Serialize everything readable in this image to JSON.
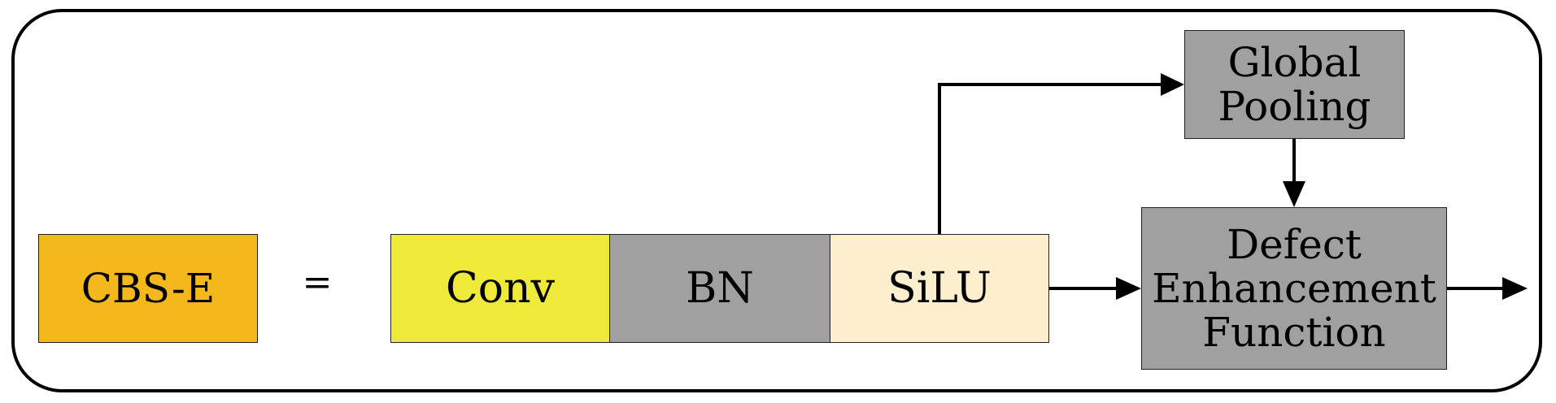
{
  "diagram": {
    "blocks": {
      "cbs_e": {
        "label": "CBS-E",
        "color": "#F5B81C"
      },
      "conv": {
        "label": "Conv",
        "color": "#EFE93A"
      },
      "bn": {
        "label": "BN",
        "color": "#A0A0A0"
      },
      "silu": {
        "label": "SiLU",
        "color": "#FDEFCE"
      },
      "global_pooling": {
        "label": "Global\nPooling",
        "color": "#A0A0A0"
      },
      "defect_enhancement": {
        "label": "Defect\nEnhancement\nFunction",
        "color": "#A0A0A0"
      }
    },
    "equals_sign": "="
  }
}
